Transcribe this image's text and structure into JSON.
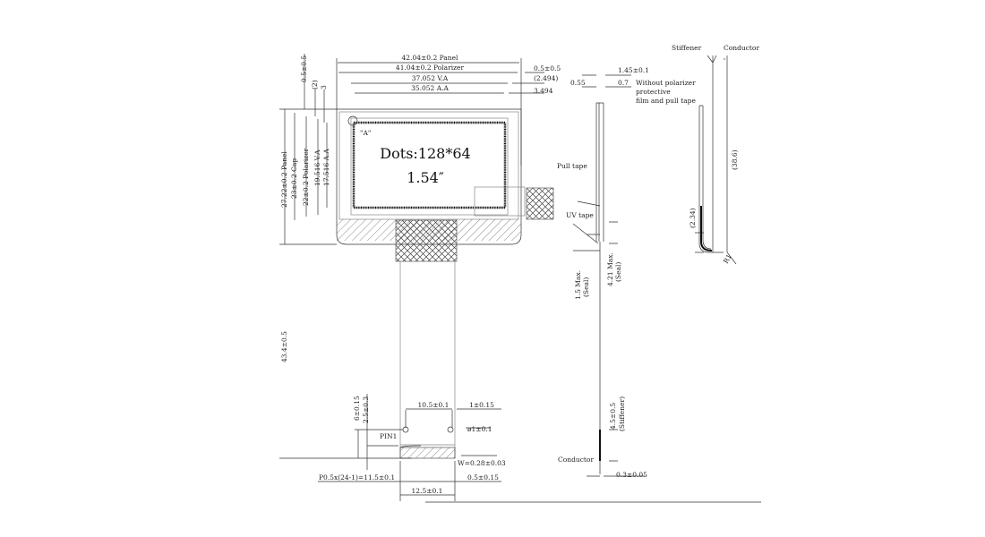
{
  "front_view": {
    "panel_width": "42.04±0.2 Panel",
    "polarizer_width": "41.04±0.2 Polarizer",
    "va_width": "37.052 V.A",
    "aa_width": "35.052 A.A",
    "right_offset_1": "0.5±0.5",
    "right_offset_2": "(2.494)",
    "right_offset_3": "3.494",
    "top_offset_1": "0.5±0.5",
    "top_offset_2": "(2)",
    "top_offset_3": "3",
    "panel_height": "27.22±0.2 Panel",
    "cap_height": "23±0.2 Cap",
    "polarizer_height": "22±0.2 Polarizer",
    "va_height": "19.516 V.A",
    "aa_height": "17.516 A.A",
    "detail_label": "\"A\"",
    "dots": "Dots:128*64",
    "size": "1.54″",
    "fpc_length": "43.4±0.5"
  },
  "fpc": {
    "dim_6": "6±0.15",
    "dim_2_5": "2.5±0.3",
    "hole_spacing": "10.5±0.1",
    "hole_edge": "1±0.15",
    "hole_dia": "ø1±0.1",
    "pin1": "PIN1",
    "pin_width": "W=0.28±0.03",
    "pitch": "P0.5x(24-1)=11.5±0.1",
    "edge": "0.5±0.15",
    "fpc_width": "12.5±0.1"
  },
  "side_view": {
    "thickness": "1.45±0.1",
    "dim_055": "0.55",
    "dim_07": "0.7",
    "note_1": "Without polarizer",
    "note_2": "protective",
    "note_3": "film and pull tape",
    "pull_tape": "Pull tape",
    "uv_tape": "UV tape",
    "seal_1": "1.5 Max.",
    "seal_1b": "(Seal)",
    "seal_2": "4.21 Max.",
    "seal_2b": "(Seal)",
    "stiffener_len": "4.5±0.5",
    "stiffener_label": "(Stiffener)",
    "conductor": "Conductor",
    "conductor_thk": "0.3±0.05"
  },
  "bent_view": {
    "stiffener": "Stiffener",
    "conductor": "Conductor",
    "height": "(38.6)",
    "dim_234": "(2.34)",
    "radius": "R1"
  }
}
